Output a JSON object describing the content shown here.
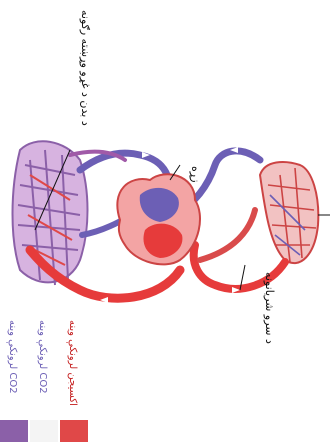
{
  "labels": {
    "capillaries": "د بدن د غړو وړښته رګونه",
    "heart": "زړه",
    "artery": "د سرو شریانونه",
    "lungs": ""
  },
  "legend": [
    {
      "label": "اکسیجن لرونکې وینه",
      "color": "#e04848"
    },
    {
      "label": "CO2 لرونکې وینه",
      "color": "#f4f4f4"
    },
    {
      "label": "CO2 لرونکې وینه",
      "color": "#8b60a8"
    }
  ],
  "colors": {
    "oxygenated": "#e63b3b",
    "deoxygenated": "#6c5fb5",
    "mixed": "#a05aa8",
    "heart_body": "#f3a4a4"
  }
}
